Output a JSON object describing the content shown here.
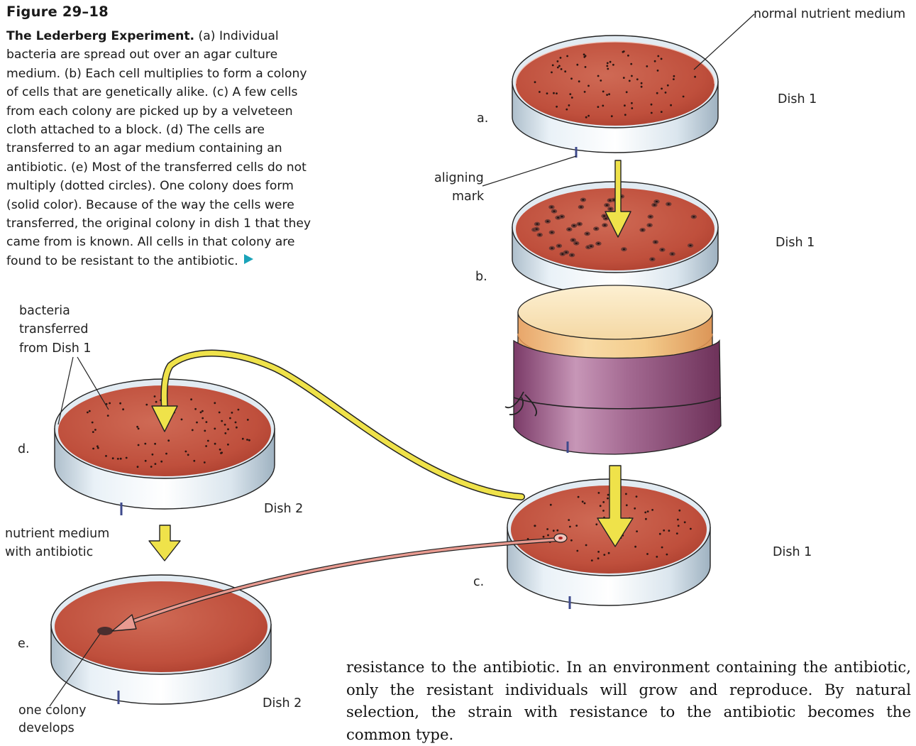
{
  "caption": {
    "figure_number": "Figure 29–18",
    "title": "The Lederberg Experiment.",
    "text": " (a) Individual bacteria are spread out over an agar culture medium. (b) Each cell multiplies to form a colony of cells that are genetically alike. (c) A few cells from each colony are picked up by a velveteen cloth attached to a block. (d) The cells are transferred to an agar medium containing an antibiotic. (e) Most of the transferred cells do not multiply (dotted circles). One colony does form (solid color). Because of the way the cells were transferred, the original colony in dish 1 that they came from is known. All cells in that colony are found to be resistant to the antibiotic."
  },
  "labels": {
    "normal_medium": "normal nutrient medium",
    "aligning_1": "aligning",
    "aligning_2": "mark",
    "step_a": "a.",
    "step_b": "b.",
    "step_c": "c.",
    "step_d": "d.",
    "step_e": "e.",
    "dish_a": "Dish 1",
    "dish_b": "Dish 1",
    "dish_c": "Dish 1",
    "dish_d": "Dish 2",
    "dish_e": "Dish 2",
    "bacteria_1": "bacteria",
    "bacteria_2": "transferred",
    "bacteria_3": "from Dish 1",
    "antibiotic_1": "nutrient medium",
    "antibiotic_2": "with antibiotic",
    "colony_1": "one colony",
    "colony_2": "develops"
  },
  "body_text": "resistance to the antibiotic. In an environment containing the antibiotic, only the resistant individuals will grow and reproduce. By natural selection, the strain with resistance to the antibiotic becomes the common type.",
  "colors": {
    "agar": "#c0503e",
    "dish_wall": "#d4e0ea",
    "arrow": "#efe24a",
    "red_arrow": "#e89a90",
    "velveteen": "#9c5a86",
    "block": "#f2c27e",
    "caption_marker": "#1aa3b9"
  },
  "icons": {
    "caption_marker": "play-triangle-icon"
  }
}
